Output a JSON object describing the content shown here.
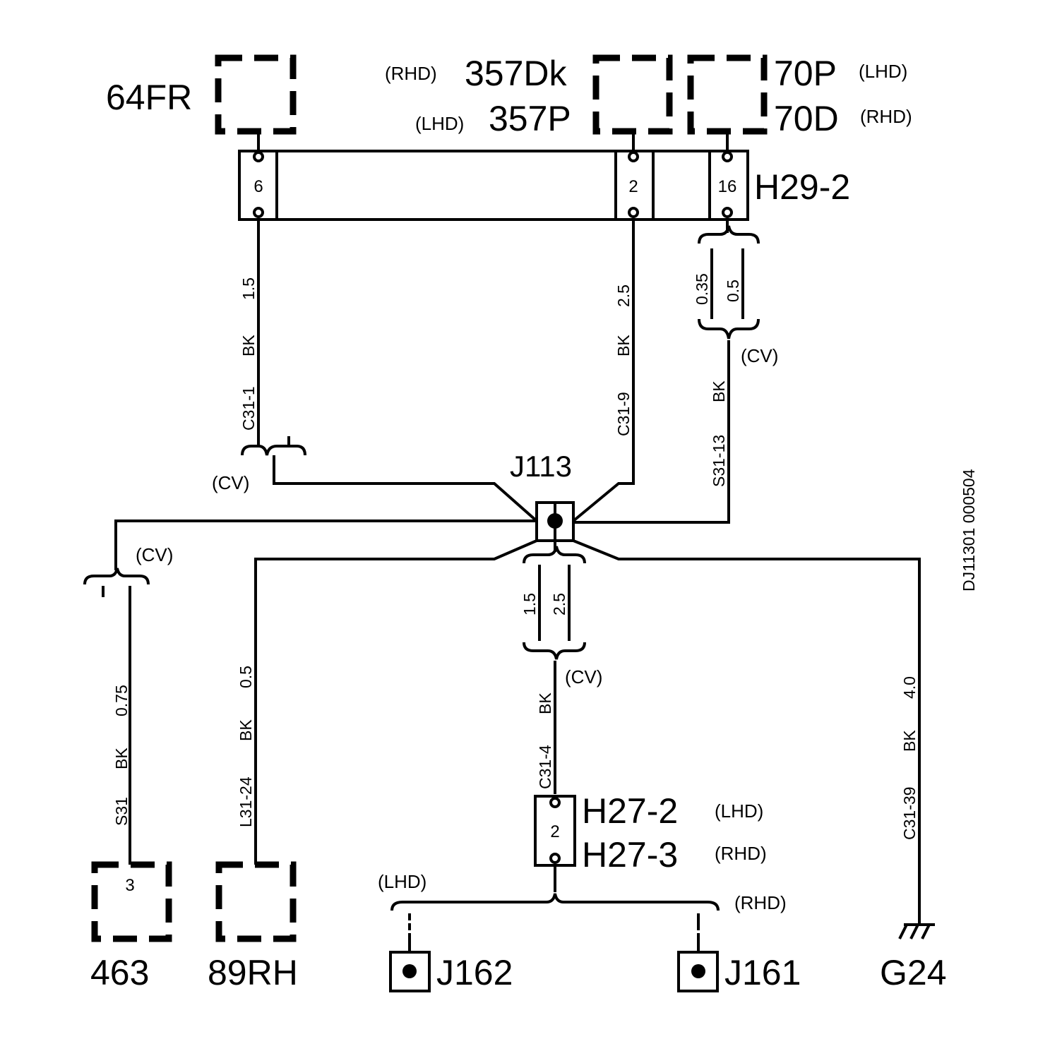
{
  "components": {
    "c64fr": {
      "label": "64FR"
    },
    "c357": {
      "rhd_tag": "(RHD)",
      "label_rhd": "357Dk",
      "lhd_tag": "(LHD)",
      "label_lhd": "357P"
    },
    "c70": {
      "label_lhd": "70P",
      "lhd_tag": "(LHD)",
      "label_rhd": "70D",
      "rhd_tag": "(RHD)"
    },
    "c463": {
      "label": "463",
      "pin": "3"
    },
    "c89rh": {
      "label": "89RH"
    }
  },
  "connectors": {
    "h29_2": {
      "label": "H29-2",
      "pins": [
        "6",
        "2",
        "16"
      ]
    },
    "h27": {
      "label_lhd": "H27-2",
      "lhd_tag": "(LHD)",
      "label_rhd": "H27-3",
      "rhd_tag": "(RHD)",
      "pin": "2"
    }
  },
  "junctions": {
    "j113": {
      "label": "J113"
    },
    "j162": {
      "label": "J162",
      "tag": "(LHD)"
    },
    "j161": {
      "label": "J161",
      "tag": "(RHD)"
    }
  },
  "ground": {
    "label": "G24"
  },
  "wires": {
    "c31_1": {
      "size": "1.5",
      "color": "BK",
      "id": "C31-1"
    },
    "c31_9": {
      "size": "2.5",
      "color": "BK",
      "id": "C31-9"
    },
    "s31_13": {
      "size_a": "0.35",
      "size_b": "0.5",
      "color": "BK",
      "id": "S31-13"
    },
    "s31": {
      "size": "0.75",
      "color": "BK",
      "id": "S31"
    },
    "l31_24": {
      "size": "0.5",
      "color": "BK",
      "id": "L31-24"
    },
    "c31_4": {
      "size_a": "1.5",
      "size_b": "2.5",
      "color": "BK",
      "id": "C31-4"
    },
    "c31_39": {
      "size": "4.0",
      "color": "BK",
      "id": "C31-39"
    }
  },
  "cv_label": "(CV)",
  "drawing_id": "DJ11301 000504"
}
